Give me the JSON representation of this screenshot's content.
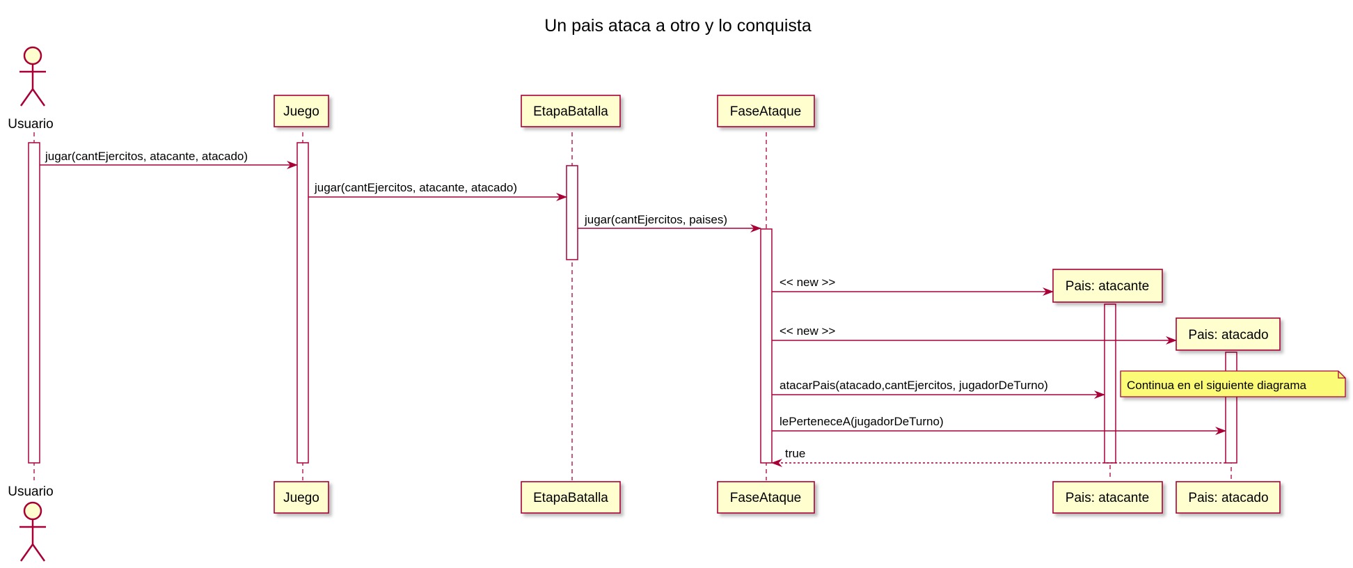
{
  "title": "Un pais ataca a otro y lo conquista",
  "participants": {
    "usuario": "Usuario",
    "juego": "Juego",
    "etapa": "EtapaBatalla",
    "fase": "FaseAtaque",
    "atacante": "Pais: atacante",
    "atacado": "Pais: atacado"
  },
  "messages": {
    "m1": "jugar(cantEjercitos, atacante, atacado)",
    "m2": "jugar(cantEjercitos, atacante, atacado)",
    "m3": "jugar(cantEjercitos, paises)",
    "m4": "<< new >>",
    "m5": "<< new >>",
    "m6": "atacarPais(atacado,cantEjercitos, jugadorDeTurno)",
    "m7": "lePerteneceA(jugadorDeTurno)",
    "m8": "true"
  },
  "note": "Continua en el siguiente diagrama",
  "colors": {
    "box_fill": "#FEFECE",
    "border": "#A80036",
    "note_fill": "#FBFB77",
    "shadow": "#cccccc",
    "text": "#000000"
  }
}
